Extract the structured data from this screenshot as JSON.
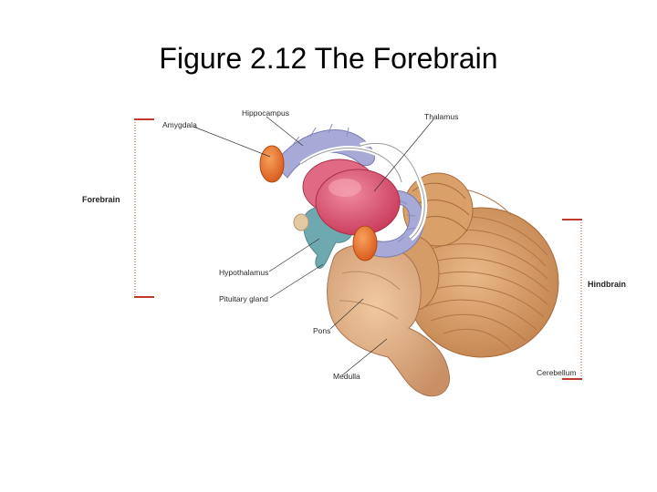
{
  "title": "Figure 2.12 The Forebrain",
  "labels": {
    "hippocampus": "Hippocampus",
    "amygdala": "Amygdala",
    "thalamus": "Thalamus",
    "forebrain": "Forebrain",
    "hypothalamus": "Hypothalamus",
    "pituitary": "Pituitary gland",
    "pons": "Pons",
    "medulla": "Medulla",
    "hindbrain": "Hindbrain",
    "cerebellum": "Cerebellum"
  },
  "colors": {
    "bracket_red": "#c0392b",
    "cerebellum": "#d9a06a",
    "brainstem": "#e2b48a",
    "thalamus_pink": "#d9556f",
    "hippocampus_lavender": "#a7a9d6",
    "amygdala_orange": "#e8702a",
    "hypothalamus_teal": "#6fa9b0"
  }
}
